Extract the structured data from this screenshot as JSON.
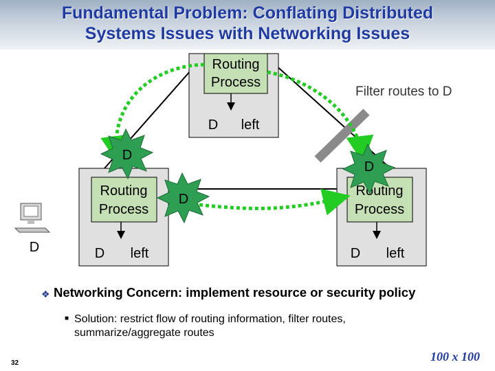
{
  "slide": {
    "title_line1": "Fundamental Problem: Conflating Distributed",
    "title_line2": "Systems Issues with Networking Issues",
    "number": "32"
  },
  "diagram": {
    "top_router": {
      "process_line1": "Routing",
      "process_line2": "Process",
      "dest": "D",
      "status": "left"
    },
    "left_router": {
      "process_line1": "Routing",
      "process_line2": "Process",
      "dest": "D",
      "status": "left"
    },
    "right_router": {
      "process_line1": "Routing",
      "process_line2": "Process",
      "dest": "D",
      "status": "left"
    },
    "filter_label": "Filter routes to D",
    "host_label": "D",
    "burst_labels": [
      "D",
      "D",
      "D"
    ]
  },
  "bullets": {
    "concern": "Networking Concern: implement resource or security policy",
    "solution_line1": "Solution: restrict flow of routing information, filter routes,",
    "solution_line2": "summarize/aggregate routes"
  },
  "logo": {
    "text": "100 x 100",
    "color": "#1f3aa0"
  },
  "colors": {
    "box_fill": "#c5e0b4",
    "dotted_arrow": "#22cc22",
    "burst_fill": "#2e9e52",
    "title": "#1f3aa0"
  }
}
